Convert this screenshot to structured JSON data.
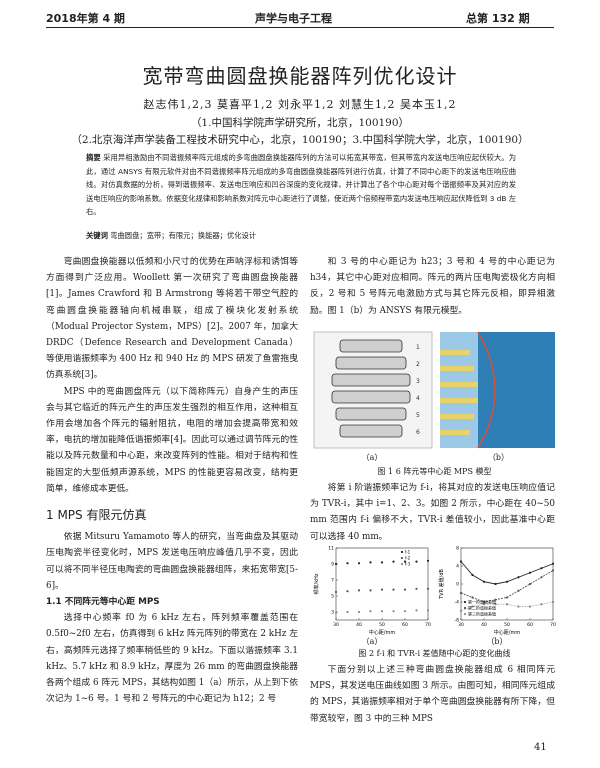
{
  "header": {
    "issue": "2018年第 4 期",
    "journal": "声学与电子工程",
    "total": "总第 132 期"
  },
  "title": "宽带弯曲圆盘换能器阵列优化设计",
  "authors": "赵志伟1,2,3 莫喜平1,2 刘永平1,2 刘慧生1,2 吴本玉1,2",
  "affiliations": [
    "（1.中国科学院声学研究所，北京，100190）",
    "（2.北京海洋声学装备工程技术研究中心，北京，100190；3.中国科学院大学，北京，100190）"
  ],
  "abstract": {
    "label": "摘要",
    "text": "采用异相激励由不同谐振频率阵元组成的多弯曲圆盘换能器阵列的方法可以拓宽其带宽，但其带宽内发送电压响应起伏较大。为此，通过 ANSYS 有限元软件对由不同谐振频率阵元组成的多弯曲圆盘换能器阵列进行仿真，计算了不同中心距下的发送电压响应曲线。对仿真数据的分析，得到谐振频率、发送电压响应和凹谷深度的变化规律，并计算出了各个中心距对每个谐振频率及其对应的发送电压响应的影响系数。依据变化规律和影响系数对阵元中心距进行了调整，使近两个倍频程带宽内发送电压响应起伏降低到 3 dB 左右。"
  },
  "keywords": {
    "label": "关键词",
    "text": "弯曲圆盘；宽带；有限元；换能器；优化设计"
  },
  "body": {
    "left_paras": [
      "弯曲圆盘换能器以低频和小尺寸的优势在声呐浮标和诱饵等方面得到广泛应用。Woollett 第一次研究了弯曲圆盘换能器[1]。James Crawford 和 B Armstrong 等将若干带空气腔的弯曲圆盘换能器轴向机械串联，组成了模块化发射系统（Modual Projector System，MPS）[2]。2007 年，加拿大 DRDC（Defence Research and Development Canada）等使用谐振频率为 400 Hz 和 940 Hz 的 MPS 研发了鱼雷拖曳仿真系统[3]。",
      "MPS 中的弯曲圆盘阵元（以下简称阵元）自身产生的声压会与其它临近的阵元产生的声压发生强烈的相互作用，这种相互作用会增加各个阵元的辐射阻抗，电阻的增加会提高带宽和效率，电抗的增加能降低谐振频率[4]。因此可以通过调节阵元的性能以及阵元数量和中心距，来改变阵列的性能。相对于结构和性能固定的大型低频声源系统，MPS 的性能更容易改变，结构更简单，维修成本更低。"
    ],
    "section1": "1 MPS 有限元仿真",
    "sec1_para": "依据 Mitsuru Yamamoto 等人的研究，当弯曲盘及其驱动压电陶瓷半径变化时，MPS 发送电压响应峰值几乎不变，因此可以将不同半径压电陶瓷的弯曲圆盘换能器组阵，来拓宽带宽[5-6]。",
    "subsection": "1.1 不同阵元等中心距 MPS",
    "sub_para": "选择中心频率 f0 为 6 kHz 左右，阵列频率覆盖范围在 0.5f0~2f0 左右，仿真得到 6 kHz 阵元阵列的带宽在 2 kHz 左右，高频阵元选择了频率稍低些的 9 kHz。下面以谐振频率 3.1 kHz、5.7 kHz 和 8.9 kHz，厚度为 26 mm 的弯曲圆盘换能器各两个组成 6 阵元 MPS，其结构如图 1（a）所示，从上到下依次记为 1~6 号。1 号和 2 号阵元的中心距记为 h12；2 号",
    "right_para1": "和 3 号的中心距记为 h23；3 号和 4 号的中心距记为 h34，其它中心距对应相同。阵元的两片压电陶瓷极化方向相反，2 号和 5 号阵元电激励方式与其它阵元反相，即异相激励。图 1（b）为 ANSYS 有限元模型。",
    "right_para2": "将第 i 阶谐振频率记为 f-i，将其对应的发送电压响应值记为 TVR-i，其中 i=1、2、3。如图 2 所示，中心距在 40~50 mm 范围内 f-i 偏移不大，TVR-i 差值较小，因此基准中心距可以选择 40 mm。",
    "right_para3": "下面分别以上述三种弯曲圆盘换能器组成 6 相同阵元 MPS，其发送电压曲线如图 3 所示。由图可知，相同阵元组成的 MPS，其谐振频率相对于单个弯曲圆盘换能器有所下降，但带宽较窄，图 3 中的三种 MPS"
  },
  "figure1": {
    "sub_a": "（a）",
    "sub_b": "（b）",
    "caption": "图 1 6 阵元等中心距 MPS 模型",
    "labels": [
      "1",
      "2",
      "3",
      "4",
      "5",
      "6"
    ]
  },
  "figure2": {
    "sub_a": "（a）",
    "sub_b": "（b）",
    "caption": "图 2 f-i 和 TVR-i 差值随中心距的变化曲线",
    "xlabel": "中心距/mm",
    "ylabel_a": "频率/kHz",
    "ylabel_b": "TVR 差值/dB",
    "legend_a": [
      "f-1",
      "f-2",
      "f-3"
    ],
    "legend_b": [
      "第一阶谐振差值",
      "第二阶谐振差值",
      "第三阶谐振差值"
    ]
  },
  "chart_data": [
    {
      "type": "scatter",
      "x": [
        30,
        35,
        40,
        45,
        50,
        55,
        60,
        65,
        70
      ],
      "series": [
        {
          "name": "f-1",
          "values": [
            9.0,
            9.1,
            9.1,
            9.2,
            9.2,
            9.3,
            9.3,
            9.3,
            9.4
          ]
        },
        {
          "name": "f-2",
          "values": [
            5.5,
            5.6,
            5.7,
            5.7,
            5.8,
            5.8,
            5.8,
            5.9,
            5.9
          ]
        },
        {
          "name": "f-3",
          "values": [
            2.9,
            3.0,
            3.0,
            3.1,
            3.1,
            3.1,
            3.1,
            3.2,
            3.2
          ]
        }
      ],
      "xlabel": "中心距/mm",
      "ylabel": "频率/kHz",
      "xlim": [
        30,
        70
      ],
      "ylim": [
        2,
        11
      ],
      "xticks": [
        30,
        40,
        50,
        60,
        70
      ],
      "yticks": [
        3,
        5,
        7,
        9,
        11
      ]
    },
    {
      "type": "line",
      "x": [
        30,
        35,
        40,
        45,
        50,
        55,
        60,
        65,
        70
      ],
      "series": [
        {
          "name": "第一阶谐振差值",
          "values": [
            5,
            2,
            0.5,
            0,
            0.5,
            1.5,
            2.5,
            3.5,
            4.5
          ]
        },
        {
          "name": "第二阶谐振差值",
          "values": [
            -2,
            -3,
            -4,
            -3.5,
            -3,
            -1.5,
            0,
            1.5,
            3
          ]
        },
        {
          "name": "第三阶谐振差值",
          "values": [
            -6,
            -5,
            -4.5,
            -4.5,
            -4.5,
            -5,
            -5,
            -4.5,
            -4
          ]
        }
      ],
      "xlabel": "中心距/mm",
      "ylabel": "TVR 差值/dB",
      "xlim": [
        30,
        70
      ],
      "ylim": [
        -8,
        8
      ],
      "xticks": [
        30,
        40,
        50,
        60,
        70
      ],
      "yticks": [
        -8,
        -4,
        0,
        4,
        8
      ]
    }
  ],
  "page_number": "41"
}
